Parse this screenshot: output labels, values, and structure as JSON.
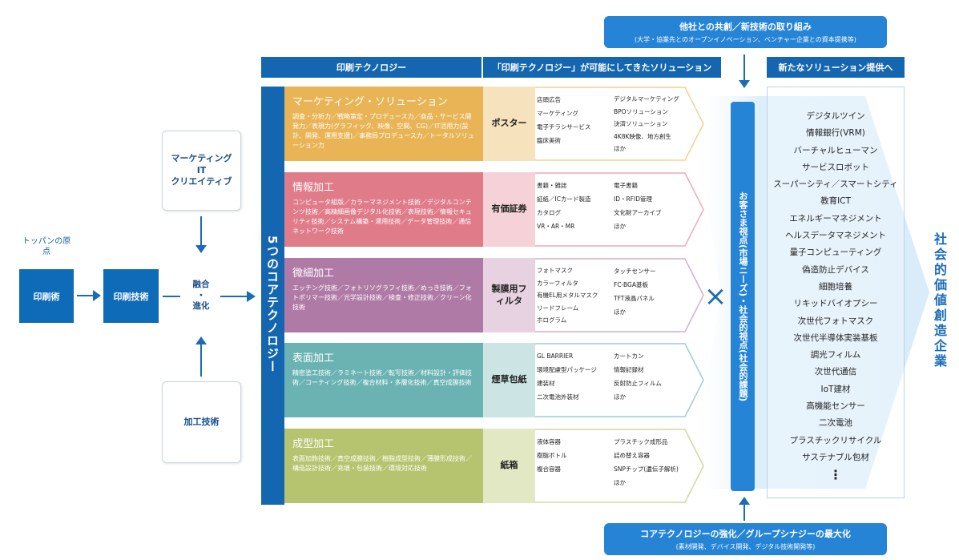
{
  "origin": {
    "label": "トッパンの原点",
    "printing": "印刷術",
    "printing_tech": "印刷技術"
  },
  "inputs": {
    "marketing": [
      "マーケティング",
      "IT",
      "クリエイティブ"
    ],
    "processing": "加工技術",
    "fusion": [
      "融合",
      "・",
      "進化"
    ]
  },
  "headers": {
    "tech": "印刷テクノロジー",
    "solutions": "「印刷テクノロジー」が可能にしてきたソリューション",
    "new": "新たなソリューション提供へ"
  },
  "five_core_label": "5つのコアテクノロジー",
  "cores": [
    {
      "title": "マーケティング・ソリューション",
      "color": "#e9b456",
      "body": "調査・分析力／戦略策定・プロデュース力／商品・サービス開発力／表現力(グラフィック、映像、空間、CG)／IT活用力(設計、開発、運用支援)／事務局プロデュース力／トータルソリューション力",
      "product": "ポスター",
      "product_bg": "#f6e3bd",
      "arrow_color": "#f2d291",
      "sol_left": [
        "店頭広告",
        "マーケティング",
        "電子チラシサービス",
        "臨床美術"
      ],
      "sol_right": [
        "デジタルマーケティング",
        "BPOソリューション",
        "決済ソリューション",
        "4K8K映像、地方創生",
        "ほか"
      ]
    },
    {
      "title": "情報加工",
      "color": "#e07b8a",
      "body": "コンピュータ組版／カラーマネジメント技術／デジタルコンテンツ技術／高精細画像デジタル化技術／表現技術／情報セキュリティ技術／システム構築・運用技術／データ管理技術／通信ネットワーク技術",
      "product": "有価証券",
      "product_bg": "#f5d2d8",
      "arrow_color": "#f1a9b5",
      "sol_left": [
        "書籍・雑誌",
        "証紙／ICカード製造",
        "カタログ",
        "VR・AR・MR"
      ],
      "sol_right": [
        "電子書籍",
        "ID・RFID管理",
        "文化財アーカイブ",
        "ほか"
      ]
    },
    {
      "title": "微細加工",
      "color": "#b07aa6",
      "body": "エッチング技術／フォトリソグラフィ技術／めっき技術／フォトポリマー技術／光学設計技術／検査・修正技術／クリーン化技術",
      "product": "製膜用フィルタ",
      "product_bg": "#e7d2e2",
      "arrow_color": "#d3add0",
      "sol_left": [
        "フォトマスク",
        "カラーフィルタ",
        "有機EL用メタルマスク",
        "リードフレーム",
        "ホログラム"
      ],
      "sol_right": [
        "タッチセンサー",
        "FC-BGA基板",
        "TFT液晶パネル",
        "ほか"
      ]
    },
    {
      "title": "表面加工",
      "color": "#6bb3b3",
      "body": "精密塗工技術／ラミネート技術／転写技術／材料設計・評価技術／コーティング技術／複合材料・多層化技術／真空成膜技術",
      "product": "煙草包紙",
      "product_bg": "#cce5e4",
      "arrow_color": "#9ccfcf",
      "sol_left": [
        "GL BARRIER",
        "環境配慮型パッケージ",
        "建装材",
        "二次電池外装材"
      ],
      "sol_right": [
        "カートカン",
        "情報記録材",
        "反射防止フィルム",
        "ほか"
      ]
    },
    {
      "title": "成型加工",
      "color": "#b6c46f",
      "body": "表面加飾技術／真空成膜技術／樹脂成型技術／薄膜形成技術／構造設計技術／充填・包装技術／環境対応技術",
      "product": "紙箱",
      "product_bg": "#e2e8c4",
      "arrow_color": "#cfd99b",
      "sol_left": [
        "液体容器",
        "樹脂ボトル",
        "複合容器"
      ],
      "sol_right": [
        "プラスチック成形品",
        "詰め替え容器",
        "SNPチップ(遺伝子解析)",
        "ほか"
      ]
    }
  ],
  "top_box": {
    "title": "他社との共創／新技術の取り組み",
    "sub": "(大学・協業先とのオープンイノベーション、ベンチャー企業との資本提携等)"
  },
  "bottom_box": {
    "title": "コアテクノロジーの強化／グループシナジーの最大化",
    "sub": "(素材開発、デバイス開発、デジタル技術開発等)"
  },
  "cross": "×",
  "vertical_label": "お客さま視点(市場ニーズ)・社会的視点(社会的課題)",
  "new_solutions": [
    "デジタルツイン",
    "情報銀行(VRM)",
    "バーチャルヒューマン",
    "サービスロボット",
    "スーパーシティ／スマートシティ",
    "教育ICT",
    "エネルギーマネジメント",
    "ヘルスデータマネジメント",
    "量子コンピューティング",
    "偽造防止デバイス",
    "細胞培養",
    "リキッドバイオプシー",
    "次世代フォトマスク",
    "次世代半導体実装基板",
    "調光フィルム",
    "次世代通信",
    "IoT建材",
    "高機能センサー",
    "二次電池",
    "プラスチックリサイクル",
    "サステナブル包材",
    "⋮"
  ],
  "right_label": "社会的価値創造企業",
  "colors": {
    "brand_blue": "#0e6bb8",
    "light_blue": "#d8ecf9"
  }
}
